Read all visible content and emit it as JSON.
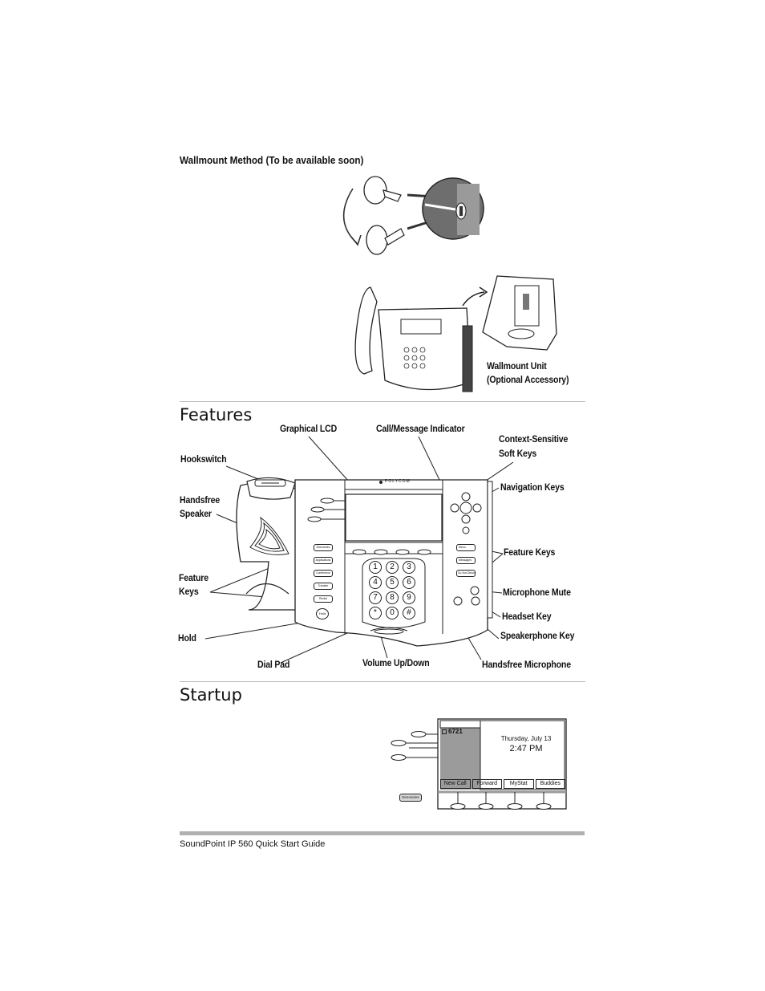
{
  "wallmount": {
    "heading": "Wallmount Method (To be available soon)",
    "unit_label_line1": "Wallmount Unit",
    "unit_label_line2": "(Optional Accessory)"
  },
  "features": {
    "title": "Features",
    "labels": {
      "graphical_lcd": "Graphical LCD",
      "call_message_indicator": "Call/Message Indicator",
      "context_soft_keys_line1": "Context-Sensitive",
      "context_soft_keys_line2": "Soft Keys",
      "hookswitch": "Hookswitch",
      "handsfree_speaker_line1": "Handsfree",
      "handsfree_speaker_line2": "Speaker",
      "navigation_keys": "Navigation Keys",
      "feature_keys_right": "Feature Keys",
      "feature_keys_left_line1": "Feature",
      "feature_keys_left_line2": "Keys",
      "microphone_mute": "Microphone Mute",
      "headset_key": "Headset Key",
      "hold": "Hold",
      "speakerphone_key": "Speakerphone Key",
      "dial_pad": "Dial Pad",
      "volume_up_down": "Volume Up/Down",
      "handsfree_microphone": "Handsfree Microphone"
    },
    "phone": {
      "brand": "POLYCOM",
      "left_keys": [
        "Directories",
        "Applications",
        "Conference",
        "Transfer",
        "Redial"
      ],
      "hold_key": "Hold",
      "right_keys": [
        "Menu",
        "Messages",
        "Do Not Disturb"
      ],
      "dialpad": [
        "1",
        "2",
        "3",
        "4",
        "5",
        "6",
        "7",
        "8",
        "9",
        "*",
        "0",
        "#"
      ]
    }
  },
  "startup": {
    "title": "Startup",
    "line_number": "6721",
    "date": "Thursday, July 13",
    "time": "2:47 PM",
    "softkeys": [
      "New Call",
      "Forward",
      "MyStat",
      "Buddies"
    ],
    "side_key": "Directories"
  },
  "footer": {
    "text": "SoundPoint IP 560 Quick Start Guide"
  }
}
